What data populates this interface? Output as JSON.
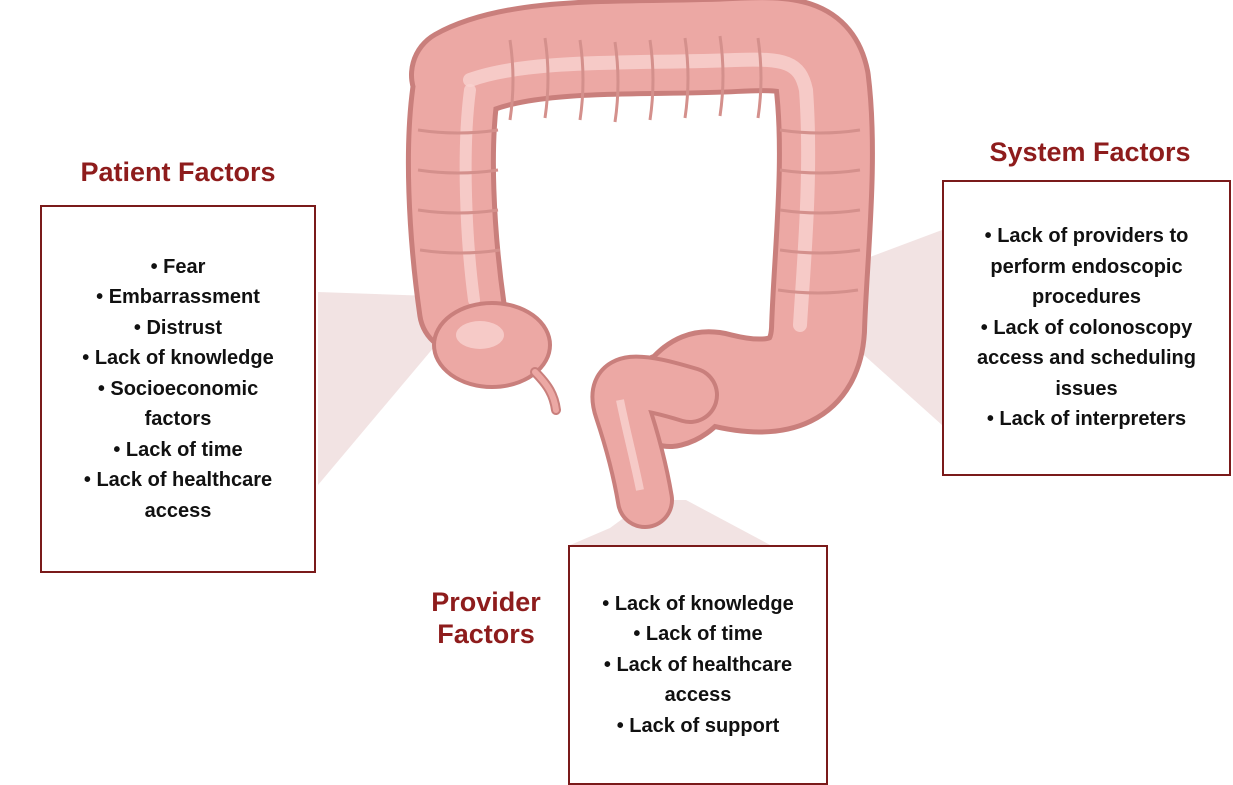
{
  "colors": {
    "heading": "#8e1c1c",
    "box_border": "#7a1a1a",
    "colon_fill": "#eca8a4",
    "colon_shadow": "#c97f7c",
    "colon_highlight": "#f9d2cf",
    "beam": "#f1e0e0"
  },
  "illustration": "colon",
  "patient": {
    "heading": "Patient Factors",
    "items": [
      "Fear",
      "Embarrassment",
      "Distrust",
      "Lack of knowledge",
      "Socioeconomic factors",
      "Lack of time",
      "Lack of healthcare access"
    ]
  },
  "system": {
    "heading": "System Factors",
    "items": [
      "Lack of providers to perform endoscopic procedures",
      "Lack of colonoscopy access and scheduling issues",
      "Lack of interpreters"
    ]
  },
  "provider": {
    "heading": "Provider Factors",
    "items": [
      "Lack of knowledge",
      "Lack of time",
      "Lack of healthcare access",
      "Lack of support"
    ]
  }
}
